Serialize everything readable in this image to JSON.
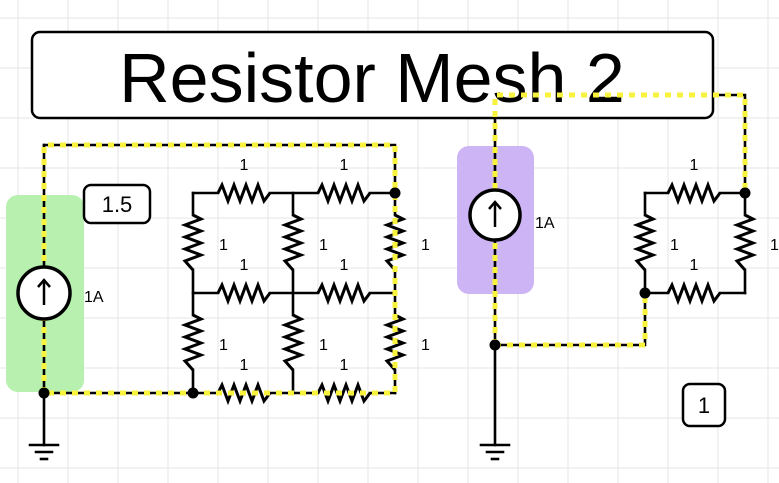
{
  "title": "Resistor Mesh 2",
  "colors": {
    "current_flow": "#f7f23c",
    "source1_highlight": "#b8f0b0",
    "source2_highlight": "#cdb4f5",
    "wire": "#000000",
    "grid": "#e6e6e6"
  },
  "circuit1": {
    "readout": "1.5",
    "source_label": "1A",
    "resistors": {
      "top_left": "1",
      "top_right": "1",
      "upper_left_vertical": "1",
      "upper_middle_vertical": "1",
      "upper_right_vertical": "1",
      "middle_left": "1",
      "middle_right": "1",
      "lower_left_vertical": "1",
      "lower_middle_vertical": "1",
      "lower_right_vertical": "1",
      "bottom_left": "1",
      "bottom_right": "1"
    }
  },
  "circuit2": {
    "readout": "1",
    "source_label": "1A",
    "resistors": {
      "top": "1",
      "left_vertical": "1",
      "right_vertical": "1",
      "bottom": "1"
    }
  }
}
